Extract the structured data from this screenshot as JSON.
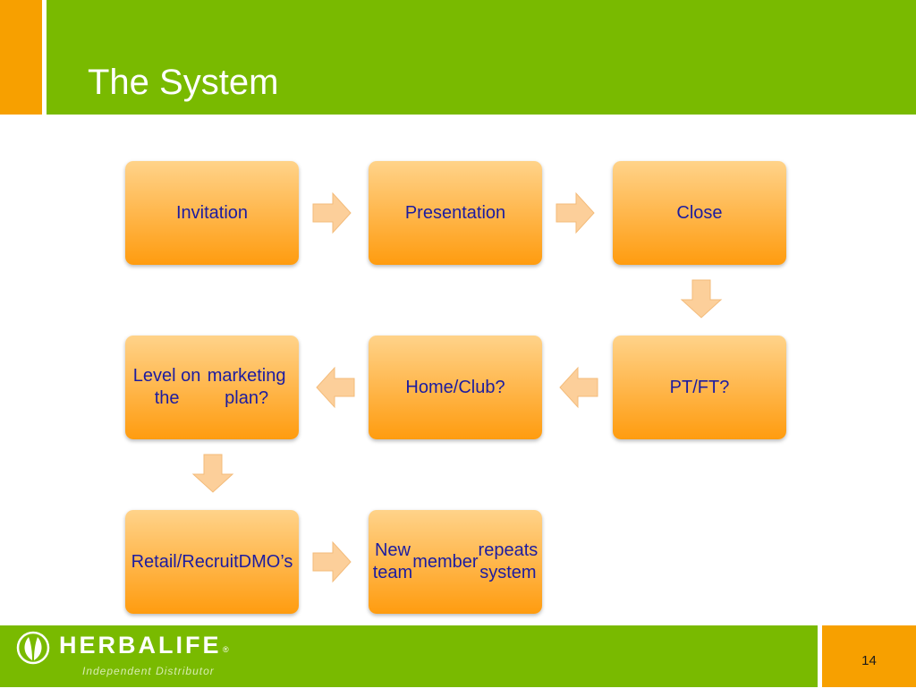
{
  "slide": {
    "title": "The System",
    "page_number": "14"
  },
  "diagram": {
    "nodes": [
      {
        "id": "invitation",
        "lines": [
          "Invitation"
        ]
      },
      {
        "id": "presentation",
        "lines": [
          "Presentation"
        ]
      },
      {
        "id": "close",
        "lines": [
          "Close"
        ]
      },
      {
        "id": "pt-ft",
        "lines": [
          "PT/FT?"
        ]
      },
      {
        "id": "home-club",
        "lines": [
          "Home/Club?"
        ]
      },
      {
        "id": "level",
        "lines": [
          "Level on the",
          "marketing plan?"
        ]
      },
      {
        "id": "retail-recruit",
        "lines": [
          "Retail/Recruit",
          "DMO’s"
        ]
      },
      {
        "id": "new-member",
        "lines": [
          "New team",
          "member",
          "repeats system"
        ]
      }
    ],
    "edges": [
      {
        "from": "invitation",
        "to": "presentation",
        "direction": "right"
      },
      {
        "from": "presentation",
        "to": "close",
        "direction": "right"
      },
      {
        "from": "close",
        "to": "pt-ft",
        "direction": "down"
      },
      {
        "from": "pt-ft",
        "to": "home-club",
        "direction": "left"
      },
      {
        "from": "home-club",
        "to": "level",
        "direction": "left"
      },
      {
        "from": "level",
        "to": "retail-recruit",
        "direction": "down"
      },
      {
        "from": "retail-recruit",
        "to": "new-member",
        "direction": "right"
      }
    ]
  },
  "footer": {
    "logo": {
      "icon": "herbalife-leaf-icon",
      "wordmark": "HERBALIFE",
      "registered_mark": "®",
      "tagline": "Independent Distributor"
    }
  },
  "colors": {
    "header_green": "#79ba00",
    "accent_orange": "#f7a000",
    "node_text": "#1c1ca0",
    "arrow_fill": "#fccf9a"
  }
}
